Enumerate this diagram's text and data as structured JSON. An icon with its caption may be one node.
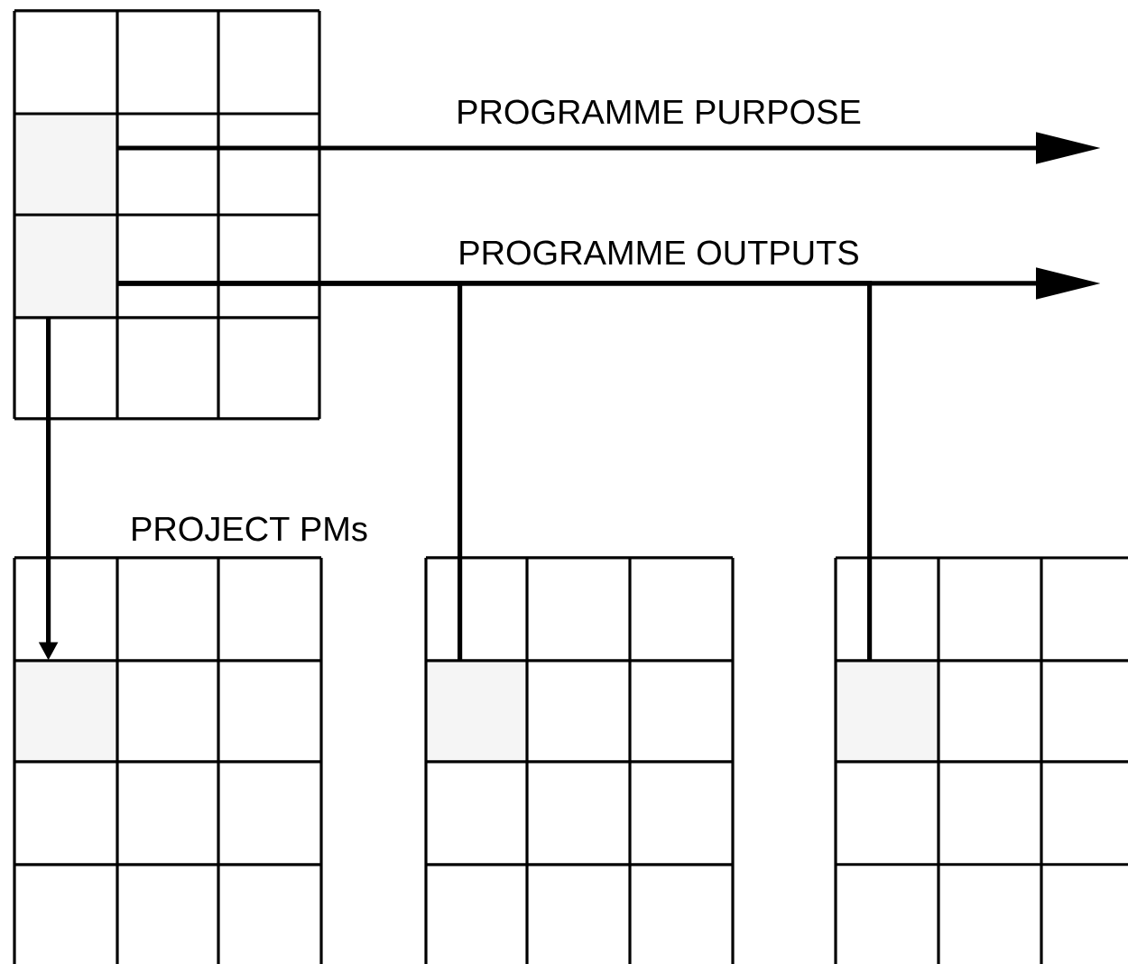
{
  "diagram": {
    "nodes": [
      {
        "text": [],
        "shape": "box"
      },
      {
        "text": [],
        "shape": "box"
      },
      {
        "text": [],
        "shape": "box"
      },
      {
        "text": [],
        "shape": "box"
      },
      {
        "text": [],
        "shape": "box"
      }
    ],
    "edges": [
      {
        "from": 0,
        "to": null,
        "arrow": "to",
        "label": "PROGRAMME PURPOSE"
      },
      {
        "from": 1,
        "to": null,
        "arrow": "to",
        "label": "PROGRAMME OUTPUTS"
      },
      {
        "from": 1,
        "to": 2,
        "arrow": "to",
        "label": "PROJECT PMs"
      },
      {
        "from": 1,
        "to": 3,
        "arrow": "none"
      },
      {
        "from": 1,
        "to": 4,
        "arrow": "none"
      }
    ]
  }
}
